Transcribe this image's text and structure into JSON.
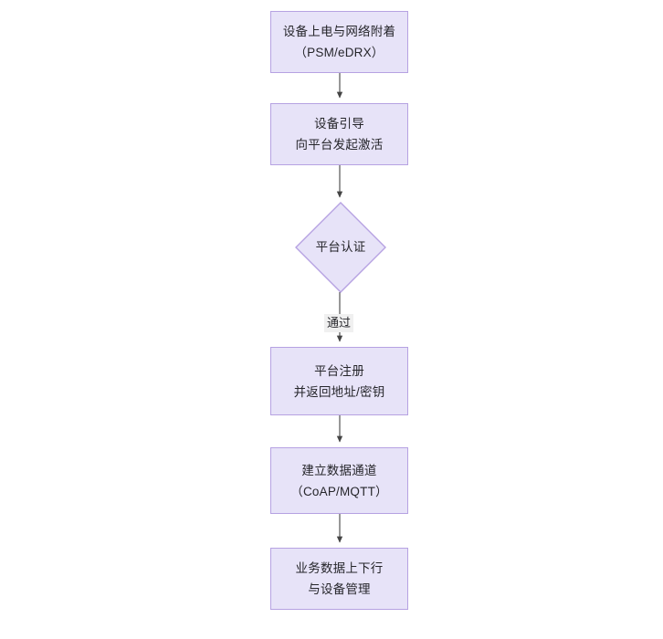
{
  "diagram": {
    "type": "flowchart",
    "orientation": "top-to-bottom",
    "background_color": "#ffffff",
    "node_fill_color": "#e7e3f8",
    "node_border_color": "#b6a2e2",
    "edge_color": "#444444",
    "text_color": "#26262b",
    "edge_label_background": "#f0f0f0",
    "nodes": [
      {
        "id": "n1",
        "shape": "rectangle",
        "lines": [
          "设备上电与网络附着",
          "（PSM/eDRX）"
        ]
      },
      {
        "id": "n2",
        "shape": "rectangle",
        "lines": [
          "设备引导",
          "向平台发起激活"
        ]
      },
      {
        "id": "n3",
        "shape": "diamond",
        "lines": [
          "平台认证"
        ]
      },
      {
        "id": "n4",
        "shape": "rectangle",
        "lines": [
          "平台注册",
          "并返回地址/密钥"
        ]
      },
      {
        "id": "n5",
        "shape": "rectangle",
        "lines": [
          "建立数据通道",
          "（CoAP/MQTT）"
        ]
      },
      {
        "id": "n6",
        "shape": "rectangle",
        "lines": [
          "业务数据上下行",
          "与设备管理"
        ]
      }
    ],
    "edges": [
      {
        "id": "e1",
        "from": "n1",
        "to": "n2",
        "label": ""
      },
      {
        "id": "e2",
        "from": "n2",
        "to": "n3",
        "label": ""
      },
      {
        "id": "e3",
        "from": "n3",
        "to": "n4",
        "label": "通过"
      },
      {
        "id": "e4",
        "from": "n4",
        "to": "n5",
        "label": ""
      },
      {
        "id": "e5",
        "from": "n5",
        "to": "n6",
        "label": ""
      }
    ]
  }
}
